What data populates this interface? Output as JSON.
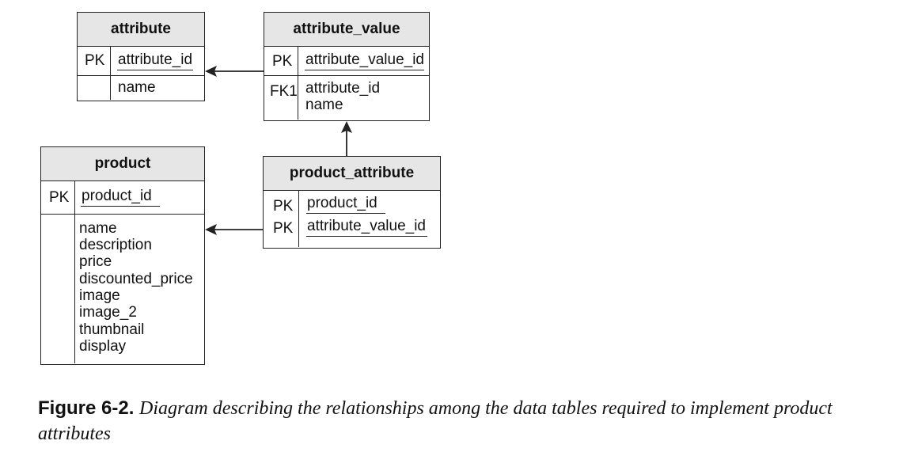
{
  "entities": {
    "attribute": {
      "title": "attribute",
      "pk_label": "PK",
      "pk_fields": [
        "attribute_id"
      ],
      "fields": [
        "name"
      ]
    },
    "attribute_value": {
      "title": "attribute_value",
      "pk_label": "PK",
      "pk_fields": [
        "attribute_value_id"
      ],
      "fk_label": "FK1",
      "fields": [
        "attribute_id",
        "name"
      ]
    },
    "product": {
      "title": "product",
      "pk_label": "PK",
      "pk_fields": [
        "product_id"
      ],
      "fields": [
        "name",
        "description",
        "price",
        "discounted_price",
        "image",
        "image_2",
        "thumbnail",
        "display"
      ]
    },
    "product_attribute": {
      "title": "product_attribute",
      "pk_labels": [
        "PK",
        "PK"
      ],
      "pk_fields": [
        "product_id",
        "attribute_value_id"
      ]
    }
  },
  "relationships": [
    {
      "from": "attribute_value",
      "to": "attribute"
    },
    {
      "from": "product_attribute",
      "to": "attribute_value"
    },
    {
      "from": "product_attribute",
      "to": "product"
    }
  ],
  "caption": {
    "label": "Figure 6-2.",
    "text": "Diagram describing the relationships among the data tables required to implement product attributes"
  }
}
